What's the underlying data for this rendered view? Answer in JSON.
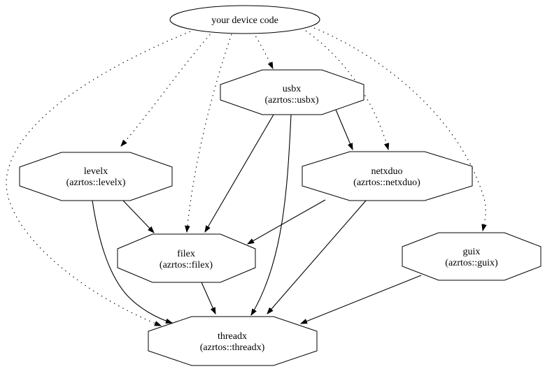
{
  "graph": {
    "background_color": "#ffffff",
    "stroke_color": "#000000",
    "nodes": [
      {
        "id": "device",
        "label": "your device code",
        "shape": "ellipse"
      },
      {
        "id": "usbx",
        "label": "usbx",
        "sublabel": "(azrtos::usbx)",
        "shape": "octagon"
      },
      {
        "id": "levelx",
        "label": "levelx",
        "sublabel": "(azrtos::levelx)",
        "shape": "octagon"
      },
      {
        "id": "netxduo",
        "label": "netxduo",
        "sublabel": "(azrtos::netxduo)",
        "shape": "octagon"
      },
      {
        "id": "filex",
        "label": "filex",
        "sublabel": "(azrtos::filex)",
        "shape": "octagon"
      },
      {
        "id": "guix",
        "label": "guix",
        "sublabel": "(azrtos::guix)",
        "shape": "octagon"
      },
      {
        "id": "threadx",
        "label": "threadx",
        "sublabel": "(azrtos::threadx)",
        "shape": "octagon"
      }
    ],
    "edges": [
      {
        "from": "your device code",
        "to": "usbx",
        "style": "dotted"
      },
      {
        "from": "your device code",
        "to": "levelx",
        "style": "dotted"
      },
      {
        "from": "your device code",
        "to": "filex",
        "style": "dotted"
      },
      {
        "from": "your device code",
        "to": "netxduo",
        "style": "dotted"
      },
      {
        "from": "your device code",
        "to": "guix",
        "style": "dotted"
      },
      {
        "from": "your device code",
        "to": "threadx",
        "style": "dotted"
      },
      {
        "from": "usbx",
        "to": "netxduo",
        "style": "solid"
      },
      {
        "from": "usbx",
        "to": "filex",
        "style": "solid"
      },
      {
        "from": "usbx",
        "to": "threadx",
        "style": "solid"
      },
      {
        "from": "levelx",
        "to": "filex",
        "style": "solid"
      },
      {
        "from": "levelx",
        "to": "threadx",
        "style": "solid"
      },
      {
        "from": "netxduo",
        "to": "filex",
        "style": "solid"
      },
      {
        "from": "netxduo",
        "to": "threadx",
        "style": "solid"
      },
      {
        "from": "filex",
        "to": "threadx",
        "style": "solid"
      },
      {
        "from": "guix",
        "to": "threadx",
        "style": "solid"
      }
    ]
  }
}
